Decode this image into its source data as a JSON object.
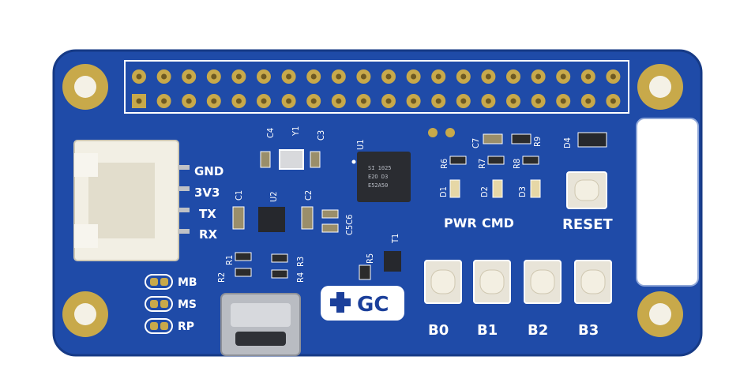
{
  "board": {
    "connector_labels": [
      "GND",
      "3V3",
      "TX",
      "RX"
    ],
    "left_pads": [
      "MB",
      "MS",
      "RP"
    ],
    "status_labels": {
      "pwr": "PWR",
      "cmd": "CMD"
    },
    "reset_label": "RESET",
    "button_labels": [
      "B0",
      "B1",
      "B2",
      "B3"
    ],
    "logo_text": "GC",
    "refdes": {
      "c4": "C4",
      "y1": "Y1",
      "c3": "C3",
      "u1": "U1",
      "c1": "C1",
      "u2": "U2",
      "c2": "C2",
      "c5": "C5",
      "c6": "C6",
      "r1": "R1",
      "r2": "R2",
      "r3": "R3",
      "r4": "R4",
      "r5": "R5",
      "t1": "T1",
      "c7": "C7",
      "r9": "R9",
      "r6": "R6",
      "r7": "R7",
      "r8": "R8",
      "d1": "D1",
      "d2": "D2",
      "d3": "D3",
      "d4": "D4"
    },
    "chip_marking": [
      "SI 1025",
      "E2O D3",
      "E52A50"
    ]
  },
  "colors": {
    "pcb": "#1f4ba8",
    "pcb_edge": "#163a86",
    "gold": "#c8a94a",
    "silkscreen": "#ffffff",
    "chip": "#2a2c31"
  }
}
